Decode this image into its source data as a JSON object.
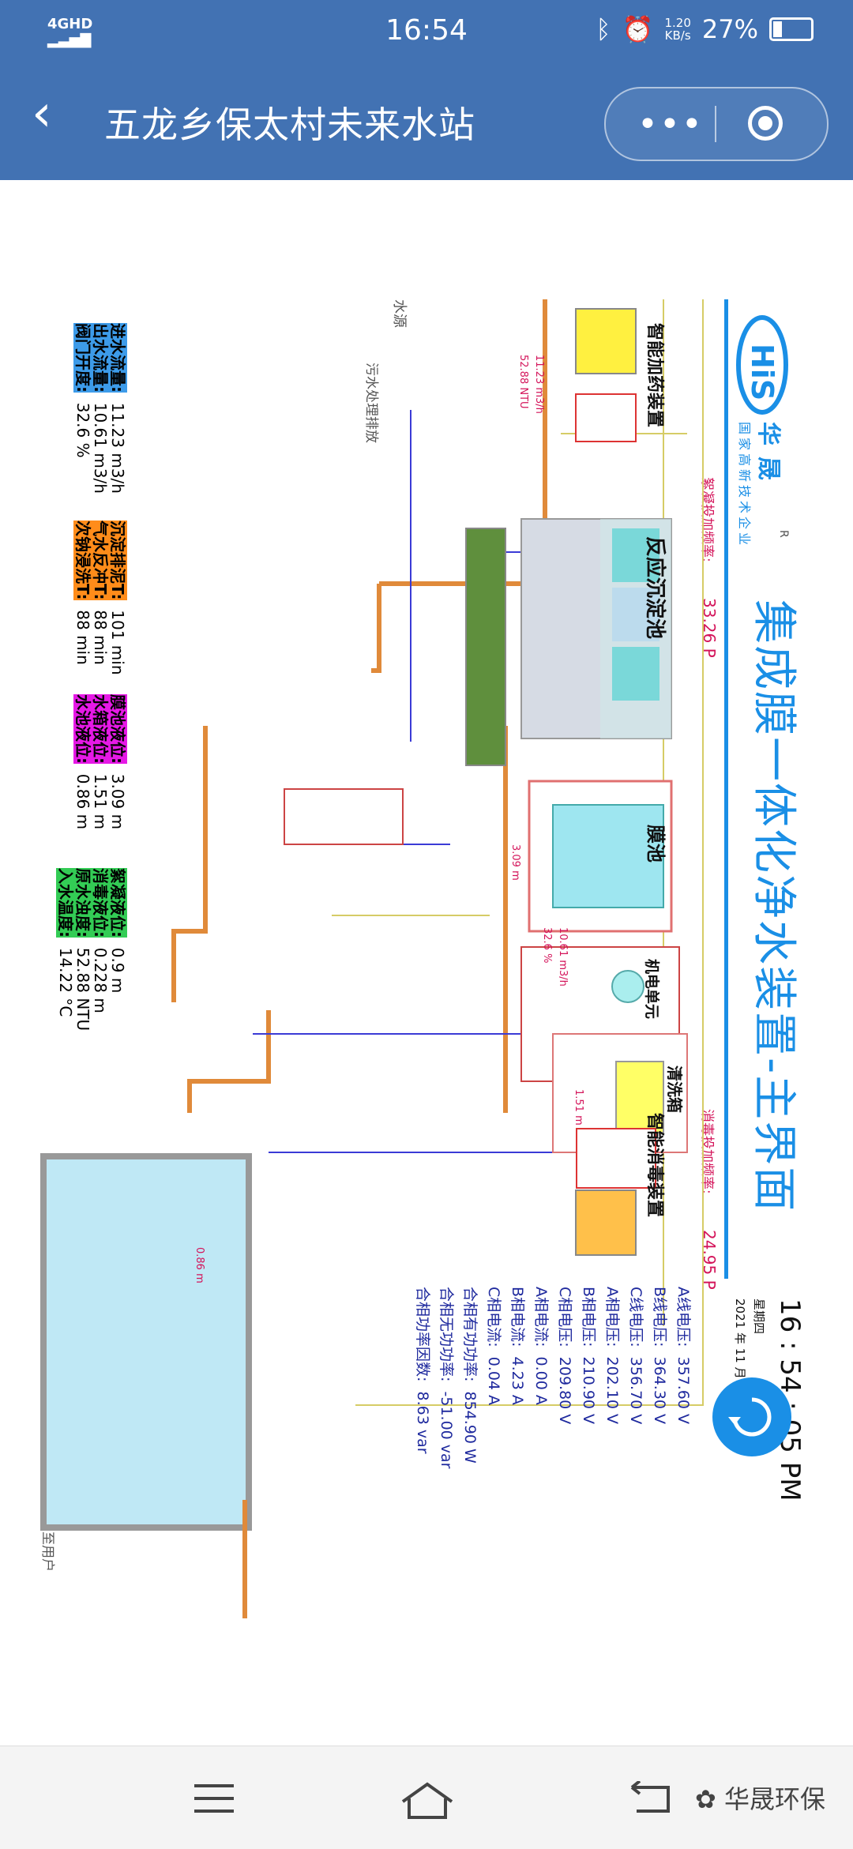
{
  "status_bar": {
    "signal": "4GHD",
    "time": "16:54",
    "net_speed": "1.20",
    "net_unit": "KB/s",
    "battery": "27%"
  },
  "nav": {
    "title": "五龙乡保太村未来水站"
  },
  "screen": {
    "title": "集成膜一体化净水装置-主界面",
    "logo_text": "华晟",
    "logo_sub": "国家高新技术企业",
    "logo_reg": "R",
    "clock": {
      "time": "16 : 54 : 05 PM",
      "weekday": "星期四",
      "date": "2021 年 11 月 18 日"
    },
    "source_label": "水源",
    "waste_label": "污水处理排放",
    "user_label": "至用户",
    "flow_annot": {
      "in_flow": "11.23 m3/h",
      "turbidity": "52.88 NTU",
      "out_flow": "10.61 m3/h",
      "valve": "32.6 %",
      "membrane_level": "3.09 m",
      "tank_level": "1.51 m",
      "pool_level": "0.86 m"
    },
    "equipment": {
      "dosing": "智能加药装置",
      "reactor": "反应沉淀池",
      "membrane": "膜池",
      "motor": "机电单元",
      "wash": "清洗箱",
      "disinfect": "智能消毒装置"
    },
    "dosing_freq": {
      "label": "絮凝投加频率:",
      "value": "33.26 P"
    },
    "disinfect_freq": {
      "label": "消毒投加频率:",
      "value": "24.95 P"
    },
    "params_blue": [
      {
        "label": "进水流量:",
        "value": "11.23 m3/h"
      },
      {
        "label": "出水流量:",
        "value": "10.61 m3/h"
      },
      {
        "label": "阀门开度:",
        "value": "32.6 %"
      }
    ],
    "params_orange": [
      {
        "label": "沉淀排泥T:",
        "value": "101 min"
      },
      {
        "label": "气水反冲T:",
        "value": "88 min"
      },
      {
        "label": "次钠浸洗T:",
        "value": "88 min"
      }
    ],
    "params_magenta": [
      {
        "label": "膜池液位:",
        "value": "3.09 m"
      },
      {
        "label": "水箱液位:",
        "value": "1.51 m"
      },
      {
        "label": "水池液位:",
        "value": "0.86 m"
      }
    ],
    "params_green": [
      {
        "label": "絮凝液位:",
        "value": "0.9 m"
      },
      {
        "label": "消毒液位:",
        "value": "0.228 m"
      },
      {
        "label": "原水浊度:",
        "value": "52.88 NTU"
      },
      {
        "label": "入水温度:",
        "value": "14.22 °C"
      }
    ],
    "electrical": [
      {
        "label": "A线电压:",
        "value": "357.60 V"
      },
      {
        "label": "B线电压:",
        "value": "364.30 V"
      },
      {
        "label": "C线电压:",
        "value": "356.70 V"
      },
      {
        "label": "A相电压:",
        "value": "202.10 V"
      },
      {
        "label": "B相电压:",
        "value": "210.90 V"
      },
      {
        "label": "C相电压:",
        "value": "209.80 V"
      },
      {
        "label": "A相电流:",
        "value": "0.00 A"
      },
      {
        "label": "B相电流:",
        "value": "4.23 A"
      },
      {
        "label": "C相电流:",
        "value": "0.04 A"
      },
      {
        "label": "合相有功功率:",
        "value": "854.90 W"
      },
      {
        "label": "合相无功功率:",
        "value": "-51.00 var"
      },
      {
        "label": "合相功率因数:",
        "value": "8.63 var"
      }
    ],
    "accent": "#1a8fe6"
  },
  "watermark": "华晟环保"
}
